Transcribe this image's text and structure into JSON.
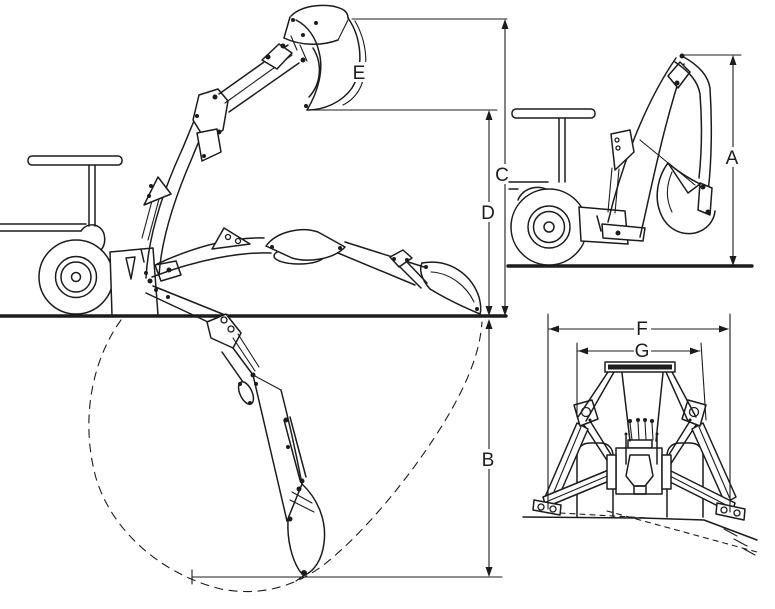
{
  "labels": {
    "A": "A",
    "B": "B",
    "C": "C",
    "D": "D",
    "E": "E",
    "F": "F",
    "G": "G"
  },
  "colors": {
    "ink": "#1c1c1c",
    "background": "#ffffff"
  }
}
